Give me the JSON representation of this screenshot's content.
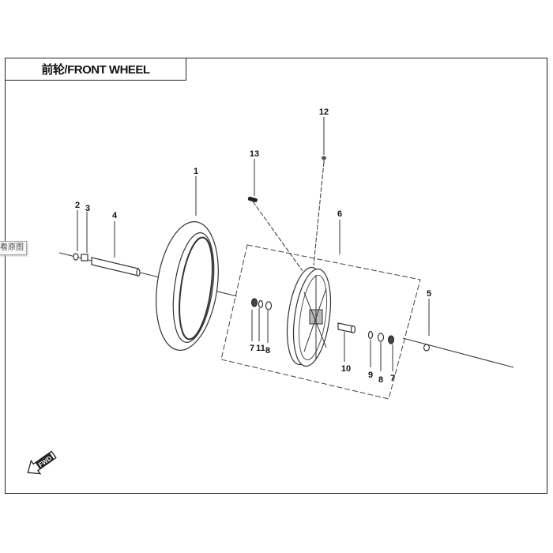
{
  "title": "前轮/FRONT WHEEL",
  "tooltip": "看原图",
  "fwd_badge": "FWD",
  "callouts": [
    "1",
    "2",
    "3",
    "4",
    "5",
    "6",
    "7",
    "8",
    "9",
    "10",
    "11",
    "12",
    "13",
    "7",
    "8"
  ]
}
